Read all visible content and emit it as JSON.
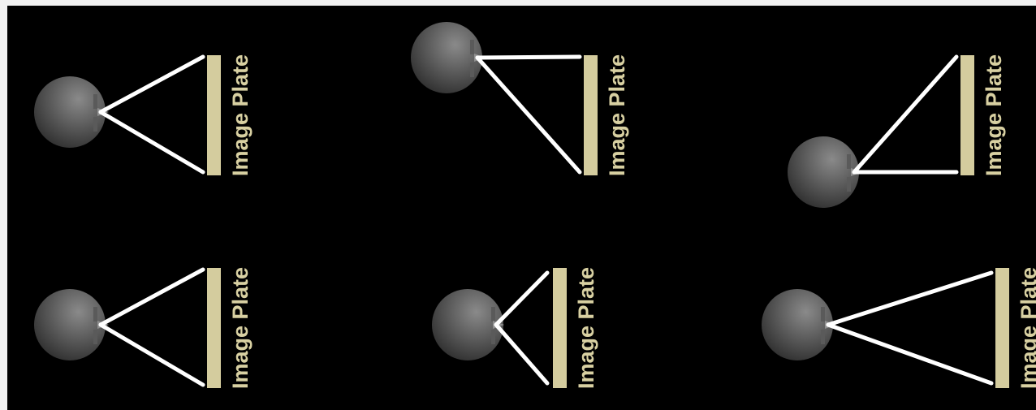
{
  "diagram": {
    "colors": {
      "background": "#000000",
      "page": "#f2f2f2",
      "plate": "#d4cc9e",
      "label": "#d8d0a2",
      "ray": "#ffffff",
      "eye_light": "#8a8a8a",
      "eye_dark": "#222222",
      "pupil": "#5a5a5a"
    },
    "panels": [
      {
        "id": "panel-1",
        "plate_label": "Image Plate"
      },
      {
        "id": "panel-2",
        "plate_label": "Image Plate"
      },
      {
        "id": "panel-3",
        "plate_label": "Image Plate"
      },
      {
        "id": "panel-4",
        "plate_label": "Image Plate"
      },
      {
        "id": "panel-5",
        "plate_label": "Image Plate"
      },
      {
        "id": "panel-6",
        "plate_label": "Image Plate"
      }
    ]
  }
}
